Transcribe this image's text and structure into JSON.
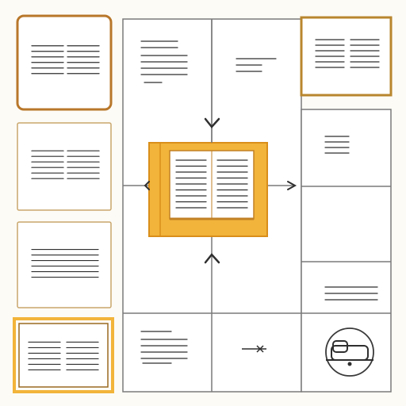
{
  "diagram": {
    "style": "hand-drawn wireframe",
    "accent_color": "#f2b43a",
    "accent_dark": "#d98e1a",
    "frame_color": "#c9a66b",
    "highlight_frame_color": "#b8862d",
    "line_color": "#2f2f2f",
    "grid_color": "#7a7a7a",
    "background_color": "#fdfbf6",
    "left_column": [
      {
        "name": "thumbnail-1",
        "style": "rounded-brown",
        "text_blocks": 2
      },
      {
        "name": "thumbnail-2",
        "style": "tan",
        "text_blocks": 2
      },
      {
        "name": "thumbnail-3",
        "style": "tan",
        "text_blocks": 1
      },
      {
        "name": "thumbnail-4",
        "style": "orange-highlight",
        "text_blocks": 2
      }
    ],
    "grid_cells": [
      "top-left-text",
      "top-center-text",
      "top-right-highlighted-card",
      "middle-right-text",
      "middle-right-empty",
      "lower-right-text",
      "bottom-left-text",
      "bottom-center-connector",
      "bottom-right-icon"
    ],
    "center_card": {
      "name": "center-open-book-card",
      "highlighted": true
    },
    "arrows": [
      "arrow-down",
      "arrow-up",
      "arrow-right",
      "arrow-left"
    ],
    "icon": "tray-icon"
  }
}
